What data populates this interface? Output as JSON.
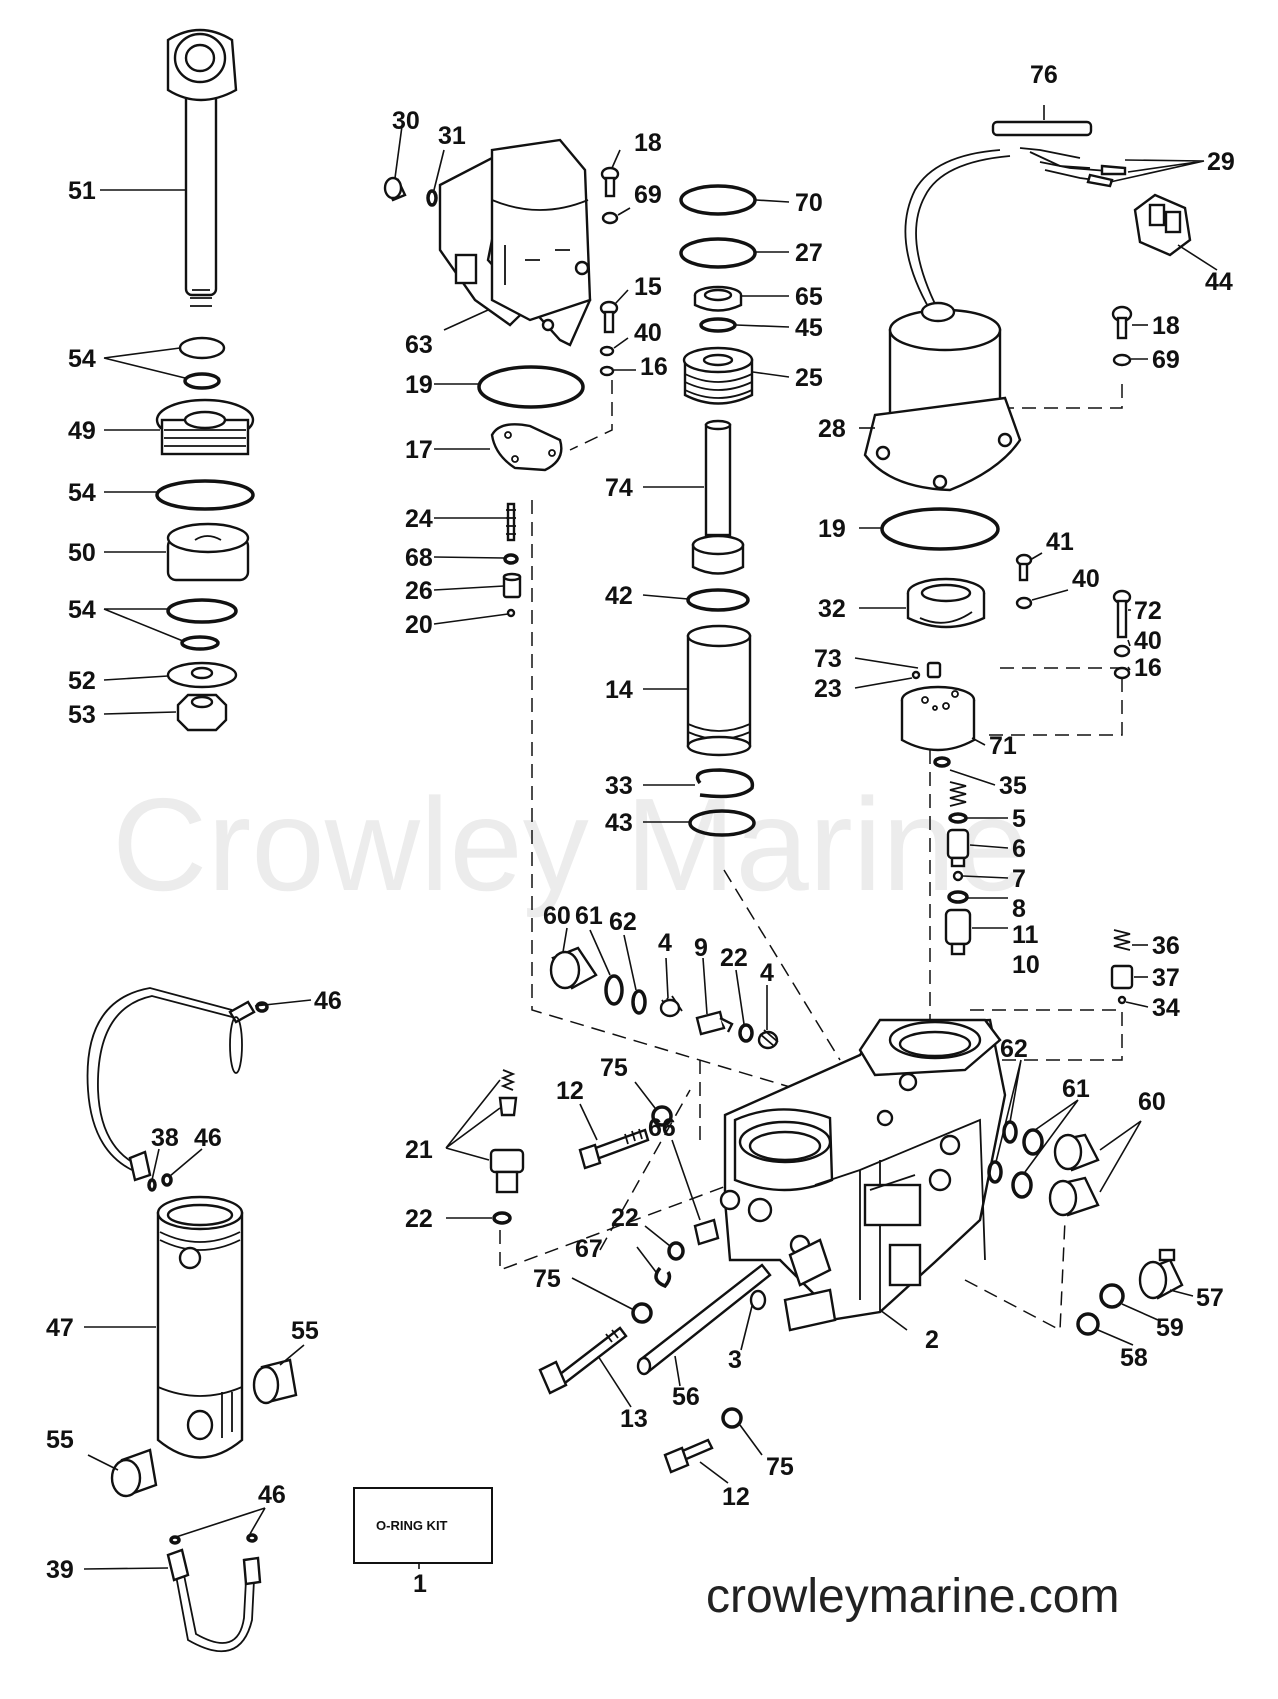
{
  "watermark": "Crowley Marine",
  "site_url": "crowleymarine.com",
  "kit_box_label": "O-RING KIT",
  "callouts": {
    "c1": "1",
    "c2": "2",
    "c3": "3",
    "c4a": "4",
    "c4b": "4",
    "c5": "5",
    "c6": "6",
    "c7": "7",
    "c8": "8",
    "c9": "9",
    "c10": "10",
    "c11": "11",
    "c12a": "12",
    "c12b": "12",
    "c13": "13",
    "c14": "14",
    "c15": "15",
    "c16a": "16",
    "c16b": "16",
    "c17": "17",
    "c18a": "18",
    "c18b": "18",
    "c19a": "19",
    "c19b": "19",
    "c20": "20",
    "c21": "21",
    "c22a": "22",
    "c22b": "22",
    "c22c": "22",
    "c23": "23",
    "c24": "24",
    "c25": "25",
    "c26": "26",
    "c27": "27",
    "c28": "28",
    "c29": "29",
    "c30": "30",
    "c31": "31",
    "c32": "32",
    "c33": "33",
    "c34": "34",
    "c35": "35",
    "c36": "36",
    "c37": "37",
    "c38": "38",
    "c39": "39",
    "c40a": "40",
    "c40b": "40",
    "c40c": "40",
    "c41": "41",
    "c42": "42",
    "c43": "43",
    "c44": "44",
    "c45": "45",
    "c46a": "46",
    "c46b": "46",
    "c46c": "46",
    "c47": "47",
    "c49": "49",
    "c50": "50",
    "c51": "51",
    "c52": "52",
    "c53": "53",
    "c54a": "54",
    "c54b": "54",
    "c54c": "54",
    "c55a": "55",
    "c55b": "55",
    "c56": "56",
    "c57": "57",
    "c58": "58",
    "c59": "59",
    "c60a": "60",
    "c60b": "60",
    "c61a": "61",
    "c61b": "61",
    "c62a": "62",
    "c62b": "62",
    "c63": "63",
    "c65": "65",
    "c66": "66",
    "c67": "67",
    "c68": "68",
    "c69a": "69",
    "c69b": "69",
    "c70": "70",
    "c71": "71",
    "c72": "72",
    "c73": "73",
    "c74": "74",
    "c75a": "75",
    "c75b": "75",
    "c75c": "75",
    "c76": "76"
  }
}
